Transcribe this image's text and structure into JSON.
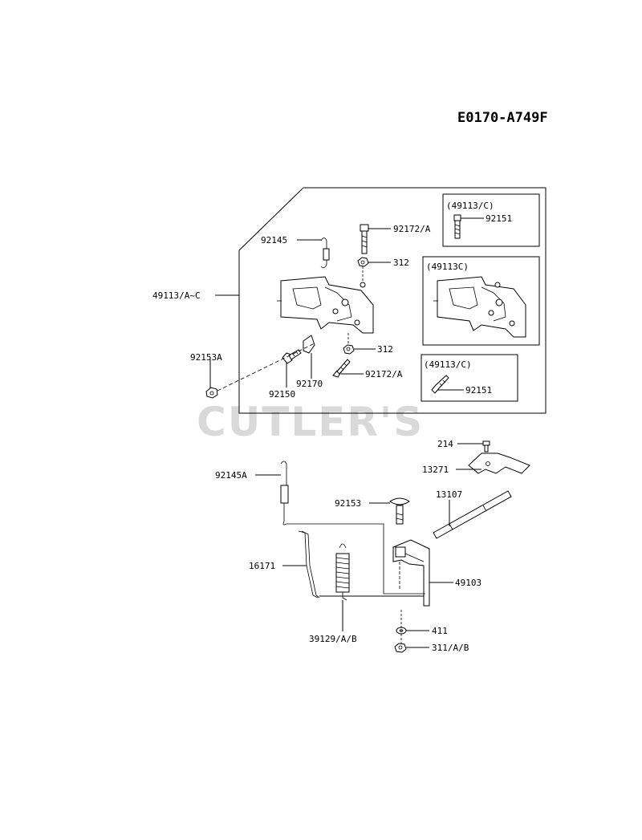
{
  "diagram_code": "E0170-A749F",
  "watermark": "CUTLER'S",
  "labels": {
    "l49113_c_top": "(49113/C)",
    "l92151_top": "92151",
    "l49113c_mid": "(49113C)",
    "l49113_c_bot": "(49113/C)",
    "l92151_bot": "92151",
    "l92172_a_top": "92172/A",
    "l92145": "92145",
    "l312_top": "312",
    "l49113_a_c": "49113/A~C",
    "l92153a": "92153A",
    "l312_bot": "312",
    "l92172_a_bot": "92172/A",
    "l92170": "92170",
    "l92150": "92150",
    "l214": "214",
    "l13271": "13271",
    "l92145a": "92145A",
    "l13107": "13107",
    "l92153": "92153",
    "l16171": "16171",
    "l49103": "49103",
    "l411": "411",
    "l39129_a_b": "39129/A/B",
    "l311_a_b": "311/A/B"
  }
}
